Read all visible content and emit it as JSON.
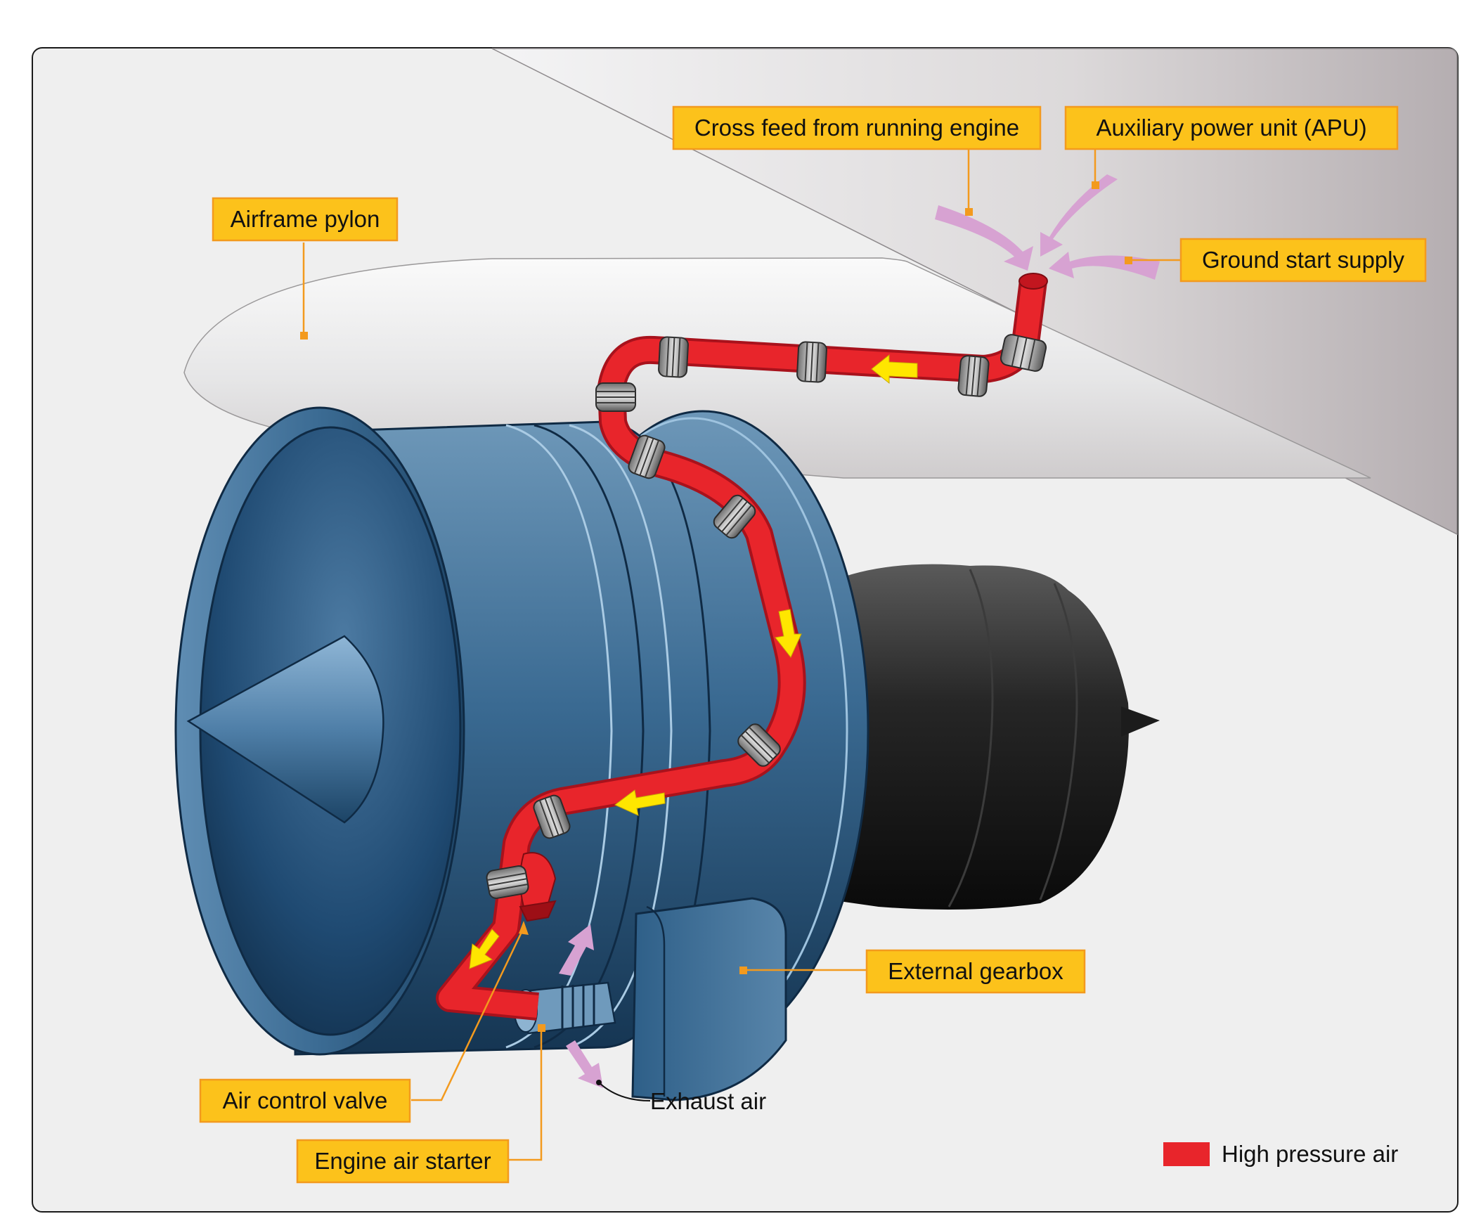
{
  "labels": {
    "cross_feed": "Cross feed from running engine",
    "apu": "Auxiliary power unit (APU)",
    "ground_start": "Ground start supply",
    "airframe_pylon": "Airframe pylon",
    "external_gearbox": "External gearbox",
    "air_control_valve": "Air control valve",
    "engine_air_starter": "Engine air starter",
    "exhaust_air": "Exhaust air"
  },
  "legend": {
    "label": "High pressure air",
    "color": "#e8252b"
  },
  "colors": {
    "label_box": "#fcc21b",
    "label_border": "#f39a1e",
    "leader_line": "#f39a1e",
    "high_pressure_air": "#e8252b",
    "flow_arrow": "#ffe600",
    "external_supply_arrow": "#d7a2d2",
    "engine_body": "#2a5d86",
    "pylon": "#e9e9ea",
    "wing": "#d9d5d6",
    "exhaust_cone": "#1a1a1a"
  },
  "icons": {
    "flow_arrow": "arrow-icon",
    "coupling": "clamp-coupling-icon",
    "supply_arrow": "curved-arrow-icon"
  }
}
